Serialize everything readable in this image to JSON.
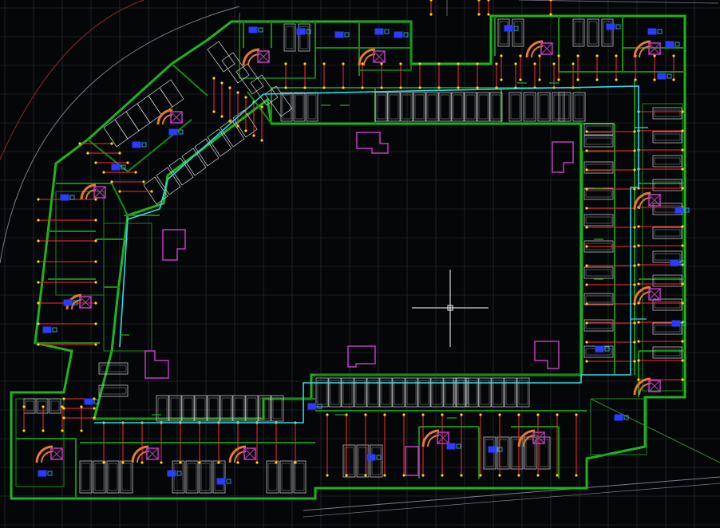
{
  "app": {
    "view": "CAD model space",
    "background_color": "#050607",
    "grid_color": "#2e3540",
    "cursor": "crosshair-cursor"
  },
  "colors": {
    "wall_green": "#1fb31f",
    "slab_green": "#148c14",
    "duct_cyan": "#35d6e6",
    "pipe_red": "#ff2a2a",
    "node_yellow": "#ffd21a",
    "parking_white": "#d8d8d8",
    "stair_orange": "#e87a2e",
    "core_magenta": "#c23bc2",
    "equipment_blue": "#2a3cff",
    "site_line_gray": "#7c7c8c",
    "boundary_red": "#8a2a2a",
    "axis_green": "#2f8f2f"
  },
  "drawing": {
    "layers": [
      "walls",
      "slabs",
      "ducts",
      "pipes",
      "parking",
      "stairs",
      "cores",
      "equipment",
      "site"
    ]
  }
}
